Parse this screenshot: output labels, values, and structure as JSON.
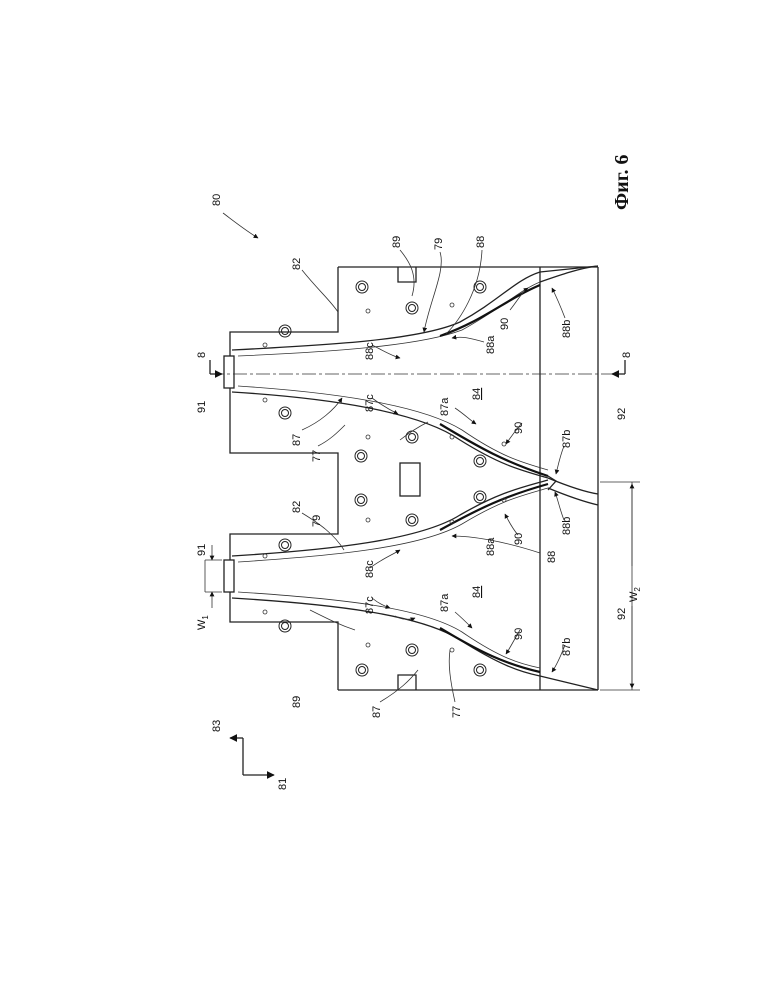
{
  "figure": {
    "caption": "Фиг. 6",
    "ref_assembly": "80",
    "ref_axis_x": "81",
    "ref_axis_y": "83",
    "section_marker": "8",
    "labels": {
      "l91": "91",
      "l82": "82",
      "l89": "89",
      "l79": "79",
      "l88": "88",
      "l88c": "88c",
      "l88a": "88a",
      "l88b": "88b",
      "l87": "87",
      "l87c": "87c",
      "l87a": "87a",
      "l87b": "87b",
      "l77": "77",
      "l84": "84",
      "l90": "90",
      "l92": "92",
      "w1": "W",
      "w1_sub": "1",
      "w2": "W",
      "w2_sub": "2"
    }
  }
}
